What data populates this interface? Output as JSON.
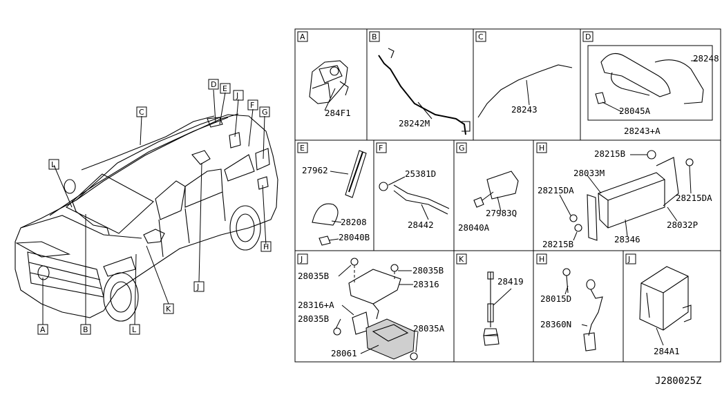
{
  "panels": [
    {
      "letter": "A",
      "parts": [
        "284F1"
      ]
    },
    {
      "letter": "B",
      "parts": [
        "28242M"
      ]
    },
    {
      "letter": "C",
      "parts": [
        "28243"
      ]
    },
    {
      "letter": "D",
      "parts": [
        "28248",
        "28045A",
        "28243+A"
      ]
    },
    {
      "letter": "E",
      "parts": [
        "27962",
        "28208",
        "28040B"
      ]
    },
    {
      "letter": "F",
      "parts": [
        "25381D",
        "28442"
      ]
    },
    {
      "letter": "G",
      "parts": [
        "27983Q",
        "28040A"
      ]
    },
    {
      "letter": "H",
      "parts": [
        "28215B",
        "28033M",
        "28215DA",
        "28215DA",
        "28032P",
        "28346",
        "28215B"
      ]
    },
    {
      "letter": "J",
      "parts": [
        "28035B",
        "28035B",
        "28316",
        "28316+A",
        "28035B",
        "28035A",
        "28061"
      ]
    },
    {
      "letter": "K",
      "parts": [
        "28419"
      ]
    },
    {
      "letter": "H",
      "parts": [
        "28015D",
        "28360N"
      ]
    },
    {
      "letter": "J",
      "parts": [
        "284A1"
      ]
    }
  ],
  "vehicle_callouts": [
    "D",
    "E",
    "J",
    "F",
    "G",
    "C",
    "L",
    "H",
    "A",
    "B",
    "L",
    "J",
    "K"
  ],
  "diagram_code": "J280025Z"
}
